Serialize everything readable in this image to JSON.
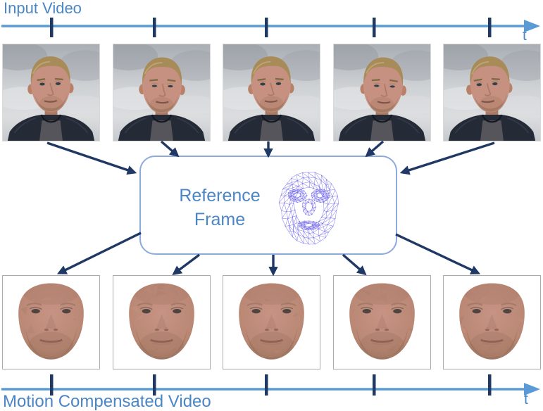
{
  "colors": {
    "timeline": "#5B9BD5",
    "tick": "#1F3864",
    "arrow": "#1F3864",
    "label_blue": "#4A86C5",
    "box_border": "#8EA9DB",
    "mesh": "#7A72EC",
    "output_frame_border": "#ABABAB"
  },
  "top_timeline": {
    "label": "Input Video",
    "axis_label": "t",
    "tick_count": 5
  },
  "bottom_timeline": {
    "label": "Motion Compensated Video",
    "axis_label": "t",
    "tick_count": 5
  },
  "reference_box": {
    "label_line1": "Reference",
    "label_line2": "Frame",
    "icon": "face-mesh-icon"
  },
  "input_frames": [
    {
      "icon": "headshot-photo",
      "pose": "frontal"
    },
    {
      "icon": "headshot-photo",
      "pose": "looking-down"
    },
    {
      "icon": "headshot-photo",
      "pose": "frontal"
    },
    {
      "icon": "headshot-photo",
      "pose": "looking-down-turned"
    },
    {
      "icon": "headshot-photo",
      "pose": "turned-left"
    }
  ],
  "output_frames": [
    {
      "icon": "compensated-face"
    },
    {
      "icon": "compensated-face"
    },
    {
      "icon": "compensated-face"
    },
    {
      "icon": "compensated-face"
    },
    {
      "icon": "compensated-face"
    }
  ]
}
